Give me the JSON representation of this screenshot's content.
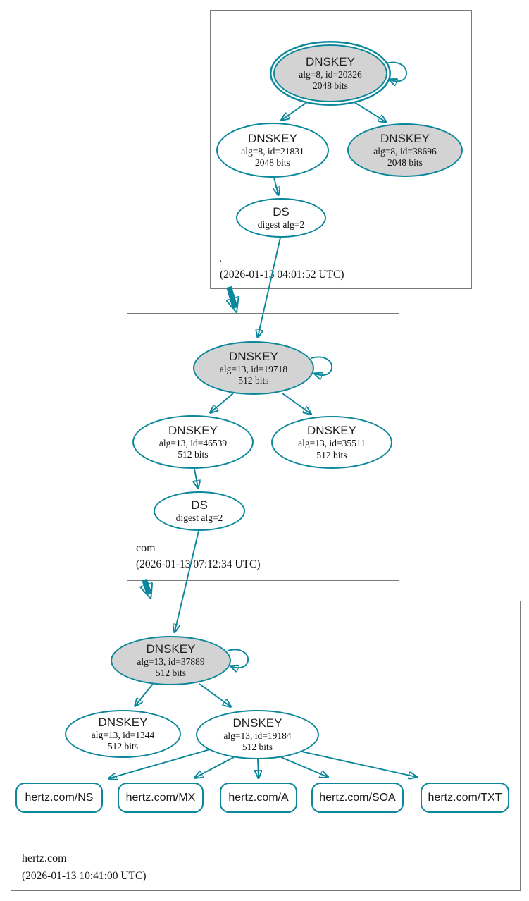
{
  "colors": {
    "edge": "#0a879a",
    "ksk_fill": "#d3d3d3",
    "node_fill": "#ffffff",
    "box_border": "#7a7a7a"
  },
  "zones": [
    {
      "name": ".",
      "timestamp": "(2026-01-13 04:01:52 UTC)",
      "ksk": {
        "title": "DNSKEY",
        "attr1": "alg=8, id=20326",
        "attr2": "2048 bits"
      },
      "zsk": {
        "title": "DNSKEY",
        "attr1": "alg=8, id=21831",
        "attr2": "2048 bits"
      },
      "key2": {
        "title": "DNSKEY",
        "attr1": "alg=8, id=38696",
        "attr2": "2048 bits"
      },
      "ds": {
        "title": "DS",
        "attr1": "digest alg=2"
      }
    },
    {
      "name": "com",
      "timestamp": "(2026-01-13 07:12:34 UTC)",
      "ksk": {
        "title": "DNSKEY",
        "attr1": "alg=13, id=19718",
        "attr2": "512 bits"
      },
      "zsk": {
        "title": "DNSKEY",
        "attr1": "alg=13, id=46539",
        "attr2": "512 bits"
      },
      "key2": {
        "title": "DNSKEY",
        "attr1": "alg=13, id=35511",
        "attr2": "512 bits"
      },
      "ds": {
        "title": "DS",
        "attr1": "digest alg=2"
      }
    },
    {
      "name": "hertz.com",
      "timestamp": "(2026-01-13 10:41:00 UTC)",
      "ksk": {
        "title": "DNSKEY",
        "attr1": "alg=13, id=37889",
        "attr2": "512 bits"
      },
      "zsk": {
        "title": "DNSKEY",
        "attr1": "alg=13, id=1344",
        "attr2": "512 bits"
      },
      "key2": {
        "title": "DNSKEY",
        "attr1": "alg=13, id=19184",
        "attr2": "512 bits"
      },
      "rrsets": [
        {
          "label": "hertz.com/NS"
        },
        {
          "label": "hertz.com/MX"
        },
        {
          "label": "hertz.com/A"
        },
        {
          "label": "hertz.com/SOA"
        },
        {
          "label": "hertz.com/TXT"
        }
      ]
    }
  ]
}
